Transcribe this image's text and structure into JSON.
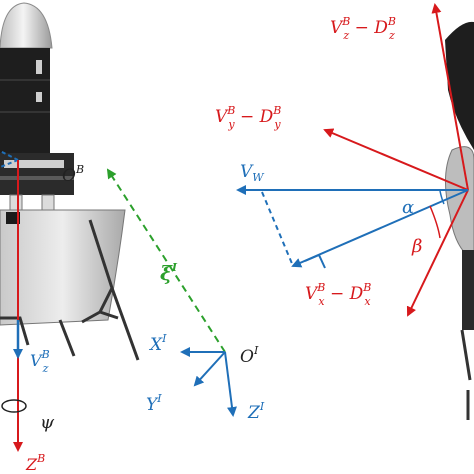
{
  "colors": {
    "red": "#d7191c",
    "blue": "#1f6fb8",
    "green": "#2ca02c",
    "body_dark": "#1e1e1e",
    "body_light": "#d9d9d9",
    "dome": "#e6e6e6"
  },
  "left_figure": {
    "origin_body": {
      "main": "O",
      "sup": "B"
    },
    "vz_body": {
      "main": "V",
      "sub": "z",
      "sup": "B"
    },
    "z_body": {
      "main": "Z",
      "sup": "B"
    },
    "psi": "ψ",
    "xi": {
      "main": "ξ",
      "sup": "I"
    },
    "inertial_origin": {
      "main": "O",
      "sup": "I"
    },
    "inertial_x": {
      "main": "X",
      "sup": "I"
    },
    "inertial_y": {
      "main": "Y",
      "sup": "I"
    },
    "inertial_z": {
      "main": "Z",
      "sup": "I"
    }
  },
  "right_figure": {
    "vz_minus_dz": {
      "v": "V",
      "vsub": "z",
      "vsup": "B",
      "op": " − ",
      "d": "D",
      "dsub": "z",
      "dsup": "B"
    },
    "vy_minus_dy": {
      "v": "V",
      "vsub": "y",
      "vsup": "B",
      "op": " − ",
      "d": "D",
      "dsub": "y",
      "dsup": "B"
    },
    "vx_minus_dx": {
      "v": "V",
      "vsub": "x",
      "vsup": "B",
      "op": " − ",
      "d": "D",
      "dsub": "x",
      "dsup": "B"
    },
    "vw": {
      "main": "V",
      "sub": "W"
    },
    "alpha": "α",
    "beta": "β"
  }
}
